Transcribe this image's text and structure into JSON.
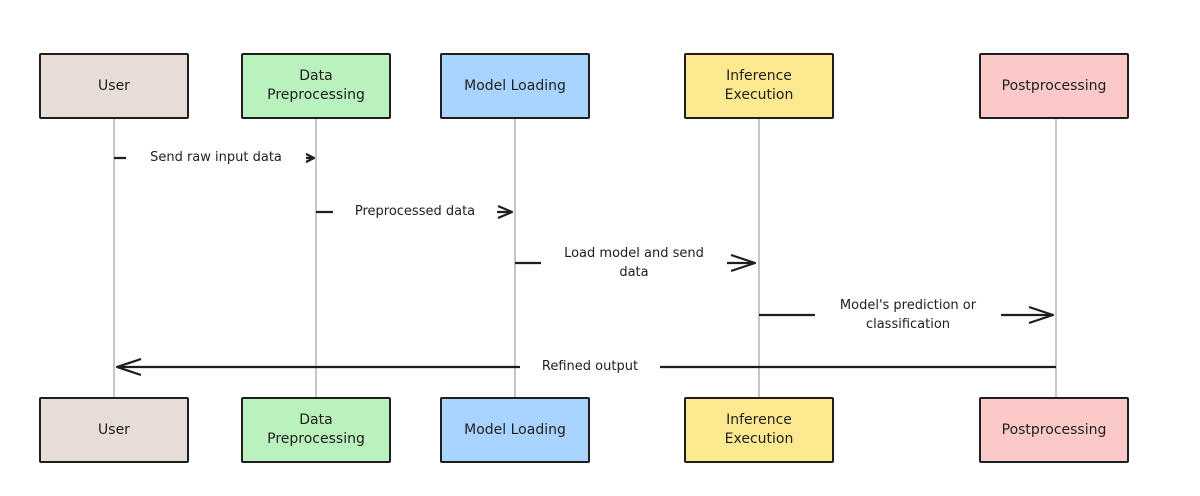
{
  "participants": [
    {
      "id": "user",
      "label": "User",
      "color": "#e8ddd6"
    },
    {
      "id": "prep",
      "label": "Data\nPreprocessing",
      "color": "#b9f2bd"
    },
    {
      "id": "model",
      "label": "Model Loading",
      "color": "#a8d4ff"
    },
    {
      "id": "infer",
      "label": "Inference\nExecution",
      "color": "#fde98f"
    },
    {
      "id": "post",
      "label": "Postprocessing",
      "color": "#fcc9c9"
    }
  ],
  "messages": [
    {
      "from": "user",
      "to": "prep",
      "label": "Send raw input data"
    },
    {
      "from": "prep",
      "to": "model",
      "label": "Preprocessed data"
    },
    {
      "from": "model",
      "to": "infer",
      "label": "Load model and send\ndata"
    },
    {
      "from": "infer",
      "to": "post",
      "label": "Model's prediction or\nclassification"
    },
    {
      "from": "post",
      "to": "user",
      "label": "Refined output"
    }
  ]
}
